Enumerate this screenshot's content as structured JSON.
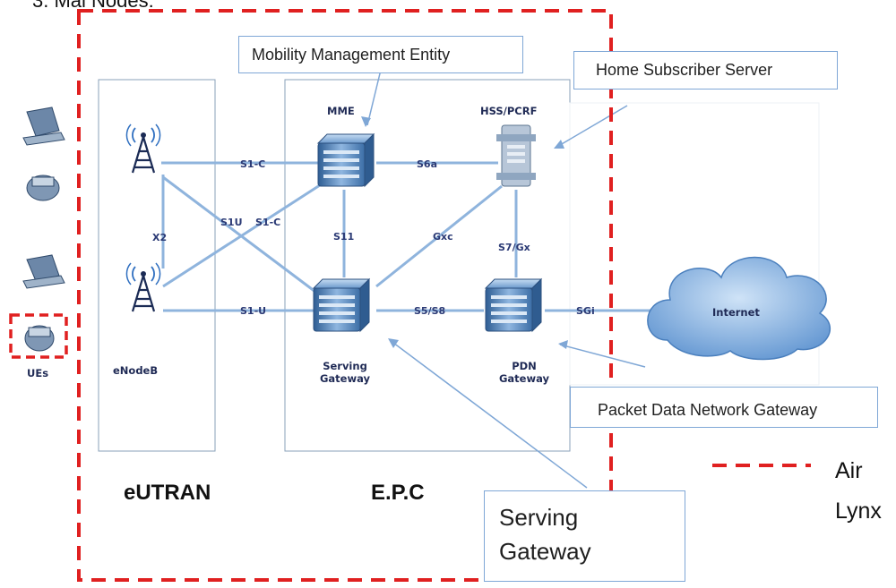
{
  "header_fragment": "3. Mal Nodes:",
  "callouts": {
    "mme": "Mobility Management Entity",
    "hss": "Home Subscriber  Server",
    "pgw": "Packet Data Network Gateway",
    "sgw_line1": "Serving",
    "sgw_line2": "Gateway"
  },
  "panels": {
    "eutran": "eUTRAN",
    "epc": "E.P.C"
  },
  "nodes": {
    "enodeb": "eNodeB",
    "ues": "UEs",
    "mme": "MME",
    "hss": "HSS/PCRF",
    "sgw_line1": "Serving",
    "sgw_line2": "Gateway",
    "pgw_line1": "PDN",
    "pgw_line2": "Gateway",
    "internet": "Internet"
  },
  "interfaces": {
    "s1c_top": "S1-C",
    "s6a": "S6a",
    "x2": "X2",
    "s1u_cross": "S1U",
    "s1c_cross": "S1-C",
    "s11": "S11",
    "gxc": "Gxc",
    "s7gx": "S7/Gx",
    "s1u_bottom": "S1-U",
    "s5s8": "S5/S8",
    "sgi": "SGi"
  },
  "legend": {
    "line1": "Air",
    "line2": "Lynx"
  },
  "colors": {
    "link": "#8fb4dd",
    "dashed_red": "#e02020",
    "server_blue": "#4f7fb5",
    "cloud": "#6fa0d8"
  }
}
